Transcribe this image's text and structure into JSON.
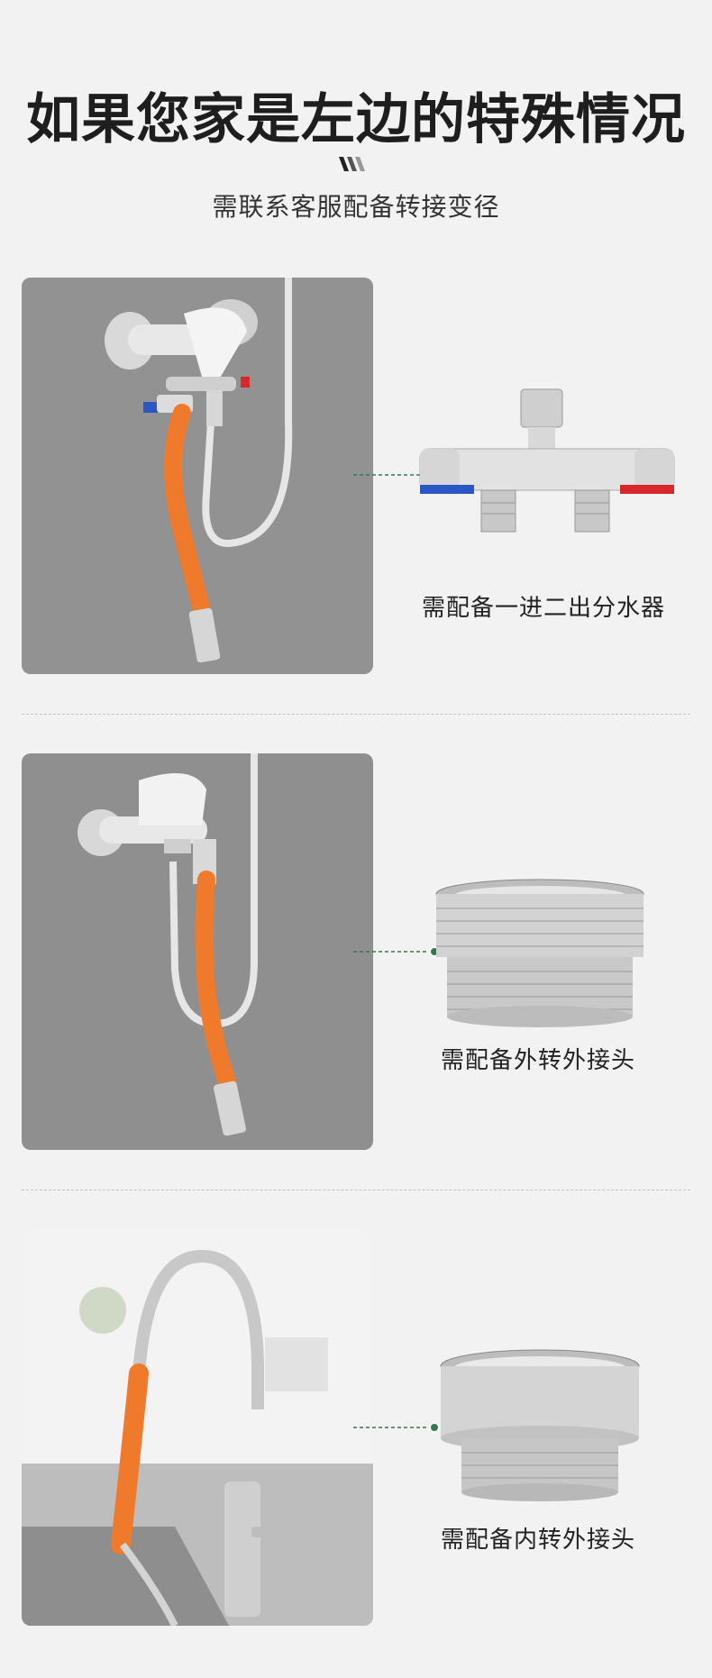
{
  "header": {
    "title": "如果您家是左边的特殊情况",
    "subtitle": "需联系客服配备转接变径"
  },
  "sections": [
    {
      "part_label": "需配备一进二出分水器"
    },
    {
      "part_label": "需配备外转外接头"
    },
    {
      "part_label": "需配备内转外接头"
    }
  ],
  "colors": {
    "accent_green": "#2f7a4f",
    "hose_orange": "#f07a2c",
    "hot_red": "#d8282b",
    "cold_blue": "#2a56c6"
  }
}
